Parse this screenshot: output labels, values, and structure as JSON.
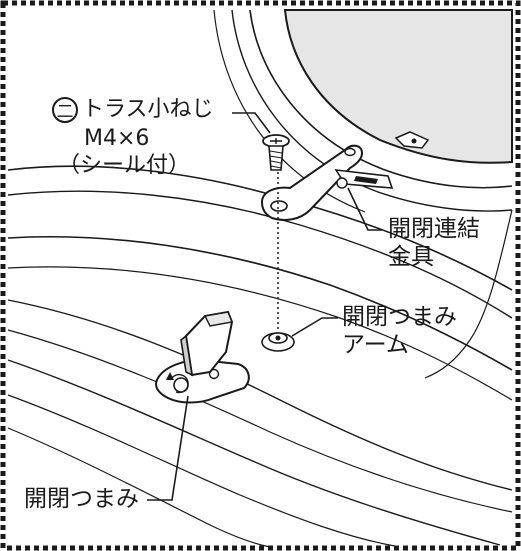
{
  "diagram": {
    "screw_label": {
      "marker": "二",
      "line1": "トラス小ねじ",
      "line2": "M4×6",
      "line3": "（シール付）"
    },
    "bracket_label": {
      "line1": "開閉連結",
      "line2": "金具"
    },
    "arm_label": {
      "line1": "開閉つまみ",
      "line2": "アーム"
    },
    "knob_label": {
      "line1": "開閉つまみ"
    }
  }
}
